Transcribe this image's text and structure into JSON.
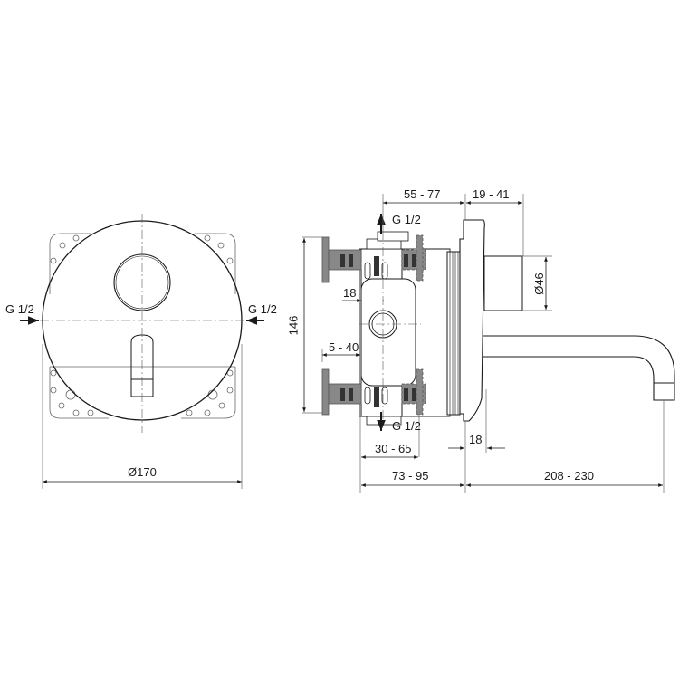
{
  "drawing": {
    "title": "Concealed electronic basin mixer installation drawing",
    "colors": {
      "line": "#1a1a1a",
      "thin": "#555555",
      "grey": "#888888",
      "dark": "#333333"
    },
    "front_view": {
      "inlet_left": "G 1/2",
      "inlet_right": "G 1/2",
      "diameter": "Ø170"
    },
    "side_view": {
      "outlet_top": "G 1/2",
      "outlet_bottom": "G 1/2",
      "dim_55_77": "55 - 77",
      "dim_19_41": "19 - 41",
      "dim_d46": "Ø46",
      "dim_146": "146",
      "dim_18_top": "18",
      "dim_5_40": "5 - 40",
      "dim_30_65": "30 - 65",
      "dim_18_bottom": "18",
      "dim_73_95": "73 - 95",
      "dim_208_230": "208 - 230"
    }
  }
}
